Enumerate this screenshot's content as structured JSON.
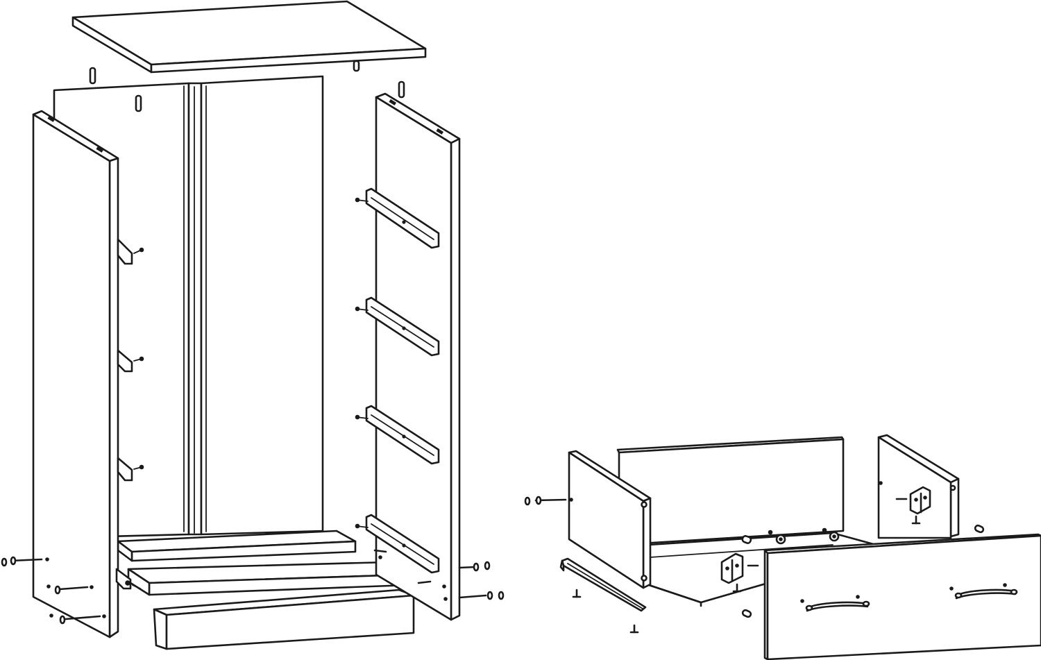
{
  "diagram": {
    "type": "exploded-assembly-drawing",
    "assemblies": [
      {
        "id": "cabinet",
        "parts": [
          "top-panel",
          "back-panel",
          "left-side-panel",
          "right-side-panel",
          "bottom-shelf",
          "middle-shelf",
          "plinth"
        ],
        "hardware": [
          "wooden-dowels",
          "cam-bolts",
          "drawer-rail-runners",
          "screws"
        ]
      },
      {
        "id": "drawer",
        "parts": [
          "drawer-left-side",
          "drawer-back",
          "drawer-right-side",
          "drawer-bottom",
          "drawer-front"
        ],
        "hardware": [
          "drawer-handles",
          "corner-brackets",
          "drawer-rail",
          "cam-locks",
          "screws",
          "dowels"
        ]
      }
    ],
    "colors": {
      "line": "#1a1a1a",
      "fill": "#ffffff"
    }
  }
}
